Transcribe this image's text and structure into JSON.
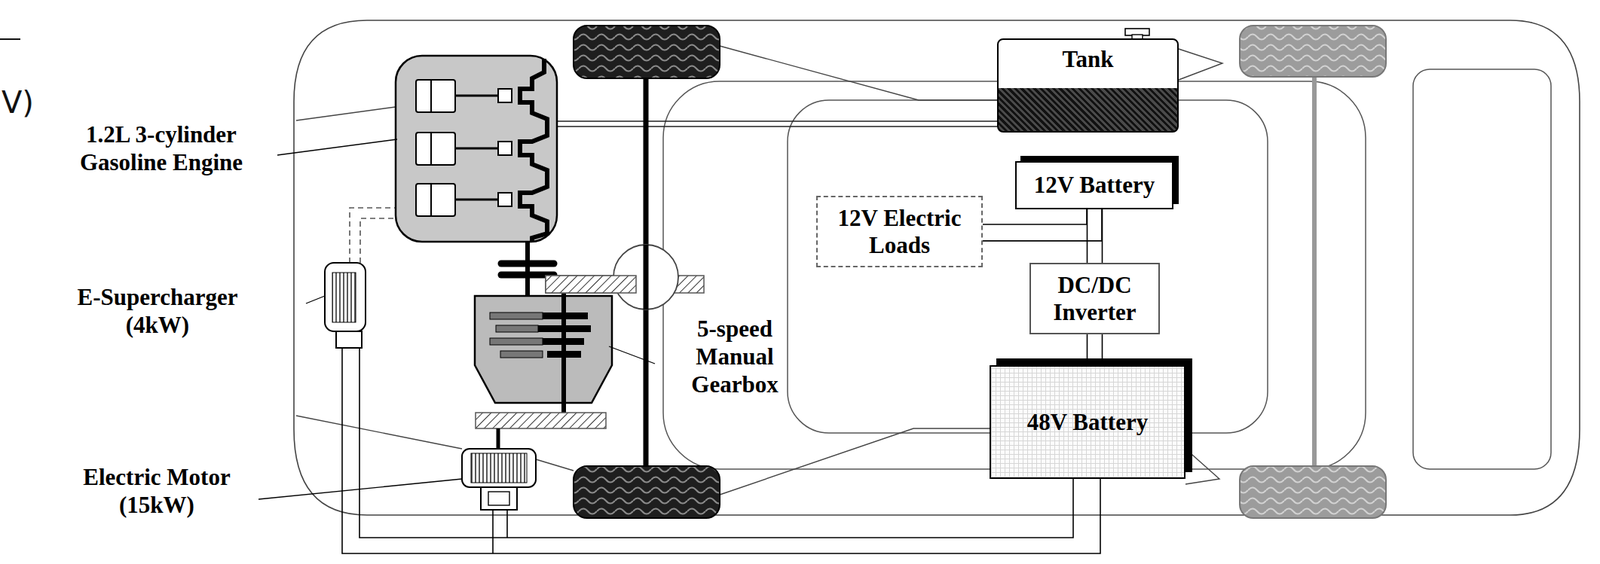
{
  "diagram": {
    "nodes": [
      {
        "text": [
          "Tank"
        ]
      },
      {
        "text": [
          "12V Battery"
        ]
      },
      {
        "text": [
          "12V Electric Loads"
        ]
      },
      {
        "text": [
          "DC/DC Inverter"
        ]
      },
      {
        "text": [
          "48V Battery"
        ]
      }
    ],
    "edges": [
      {
        "from": 1,
        "to": 3,
        "arrow": "none"
      },
      {
        "from": 3,
        "to": 4,
        "arrow": "none"
      },
      {
        "from": 2,
        "to": 1,
        "arrow": "none"
      }
    ],
    "labels": [
      "V)",
      "1.2L 3-cylinder Gasoline Engine",
      "E-Supercharger (4kW)",
      "Electric Motor (15kW)",
      "5-speed Manual Gearbox"
    ]
  }
}
